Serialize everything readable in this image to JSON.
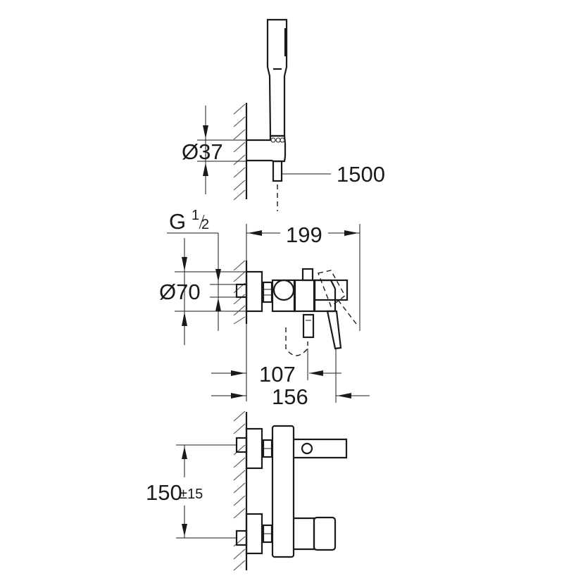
{
  "drawing": {
    "type": "technical dimension drawing",
    "subject": "wall-mounted bath/shower mixer with hand shower",
    "views": [
      "hand-shower-holder-side",
      "mixer-side",
      "mixer-front"
    ]
  },
  "dimensions": {
    "holder_diameter": "Ø37",
    "hose_length": "1500",
    "thread": {
      "main": "G",
      "sup": "1",
      "sub": "2"
    },
    "rosette_diameter": "Ø70",
    "total_projection": "199",
    "spout_projection": "107",
    "lever_projection": "156",
    "center_distance_main": "150",
    "center_distance_tol": "±15"
  },
  "colors": {
    "line": "#1a1a1a",
    "background": "#ffffff"
  }
}
